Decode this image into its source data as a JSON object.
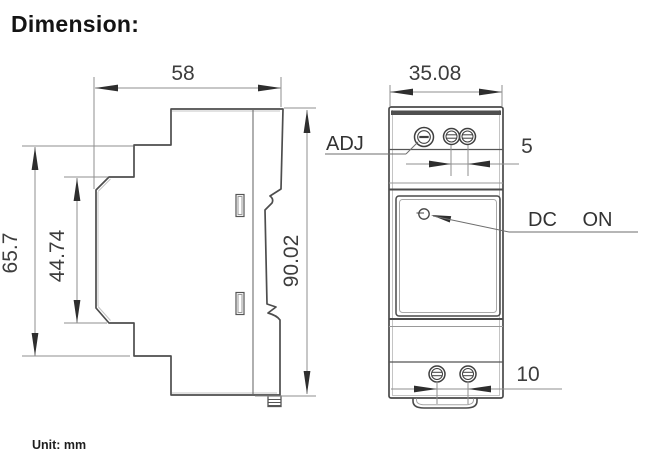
{
  "title": "Dimension:",
  "unit_note": "Unit: mm",
  "side_view": {
    "width": "58",
    "height_overall": "90.02",
    "height_body": "65.7",
    "height_recess": "44.74"
  },
  "front_view": {
    "width": "35.08",
    "terminal_pitch_top": "5",
    "terminal_pitch_bottom": "10",
    "adj_label": "ADJ",
    "dc_on_label": "DC ON"
  }
}
